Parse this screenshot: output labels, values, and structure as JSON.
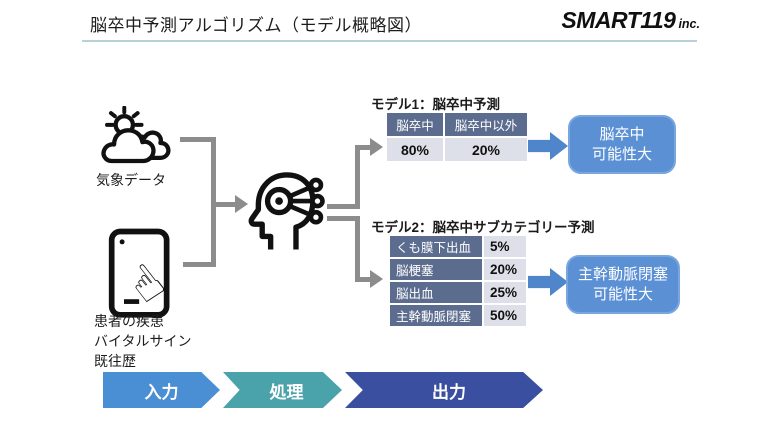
{
  "header": {
    "title": "脳卒中予測アルゴリズム（モデル概略図）",
    "logo_text": "SMART119",
    "logo_suffix": "inc."
  },
  "inputs": {
    "weather_label": "気象データ",
    "patient_lines": [
      "患者の疾患",
      "バイタルサイン",
      "既往歴"
    ]
  },
  "model1": {
    "heading": "モデル1：脳卒中予測",
    "columns": [
      "脳卒中",
      "脳卒中以外"
    ],
    "values": [
      "80%",
      "20%"
    ],
    "result_lines": [
      "脳卒中",
      "可能性大"
    ]
  },
  "model2": {
    "heading": "モデル2：脳卒中サブカテゴリー予測",
    "rows": [
      {
        "label": "くも膜下出血",
        "value": "5%"
      },
      {
        "label": "脳梗塞",
        "value": "20%"
      },
      {
        "label": "脳出血",
        "value": "25%"
      },
      {
        "label": "主幹動脈閉塞",
        "value": "50%"
      }
    ],
    "result_lines": [
      "主幹動脈閉塞",
      "可能性大"
    ]
  },
  "process_flow": [
    {
      "label": "入力",
      "color": "#4a8fd3"
    },
    {
      "label": "処理",
      "color": "#4aa2aa"
    },
    {
      "label": "出力",
      "color": "#3a4f9f"
    }
  ],
  "colors": {
    "table_header_bg": "#5c6c8e",
    "table_value_bg": "#dde0e8",
    "result_box_blue": "#5b90d5",
    "flow_arrow_blue": "#4e85cb",
    "connector_gray": "#8c8c8c",
    "header_rule": "#b7d0dc"
  }
}
